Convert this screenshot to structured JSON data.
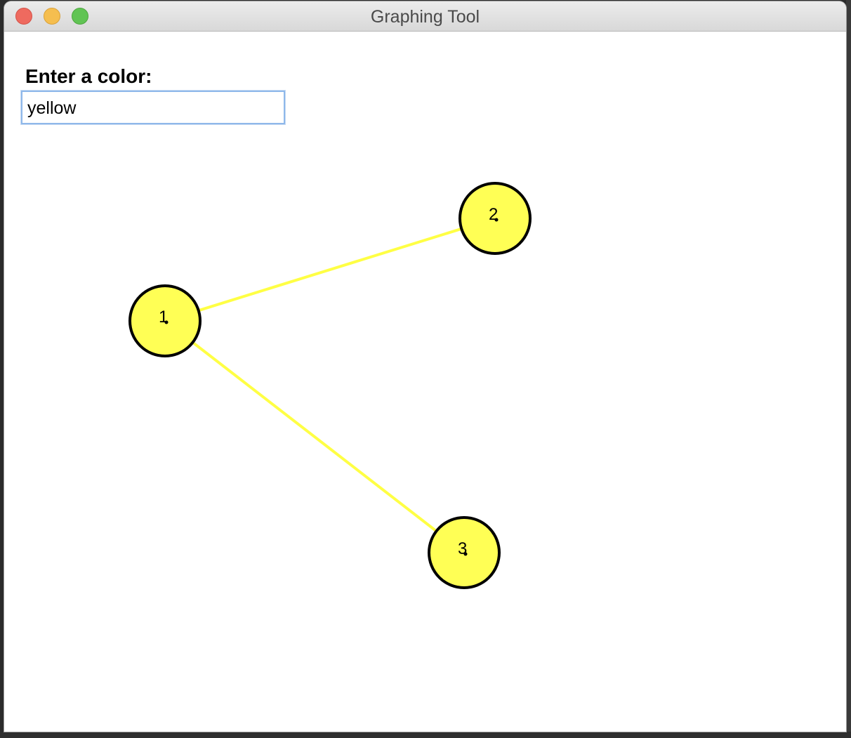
{
  "window": {
    "title": "Graphing Tool"
  },
  "form": {
    "label": "Enter a color:",
    "value": "yellow"
  },
  "graph": {
    "node_fill": "#ffff55",
    "node_stroke": "#000000",
    "edge_color": "#ffff44",
    "nodes": [
      {
        "id": "1",
        "label": "1"
      },
      {
        "id": "2",
        "label": "2"
      },
      {
        "id": "3",
        "label": "3"
      }
    ],
    "edges": [
      {
        "from": "1",
        "to": "2"
      },
      {
        "from": "1",
        "to": "3"
      }
    ]
  }
}
